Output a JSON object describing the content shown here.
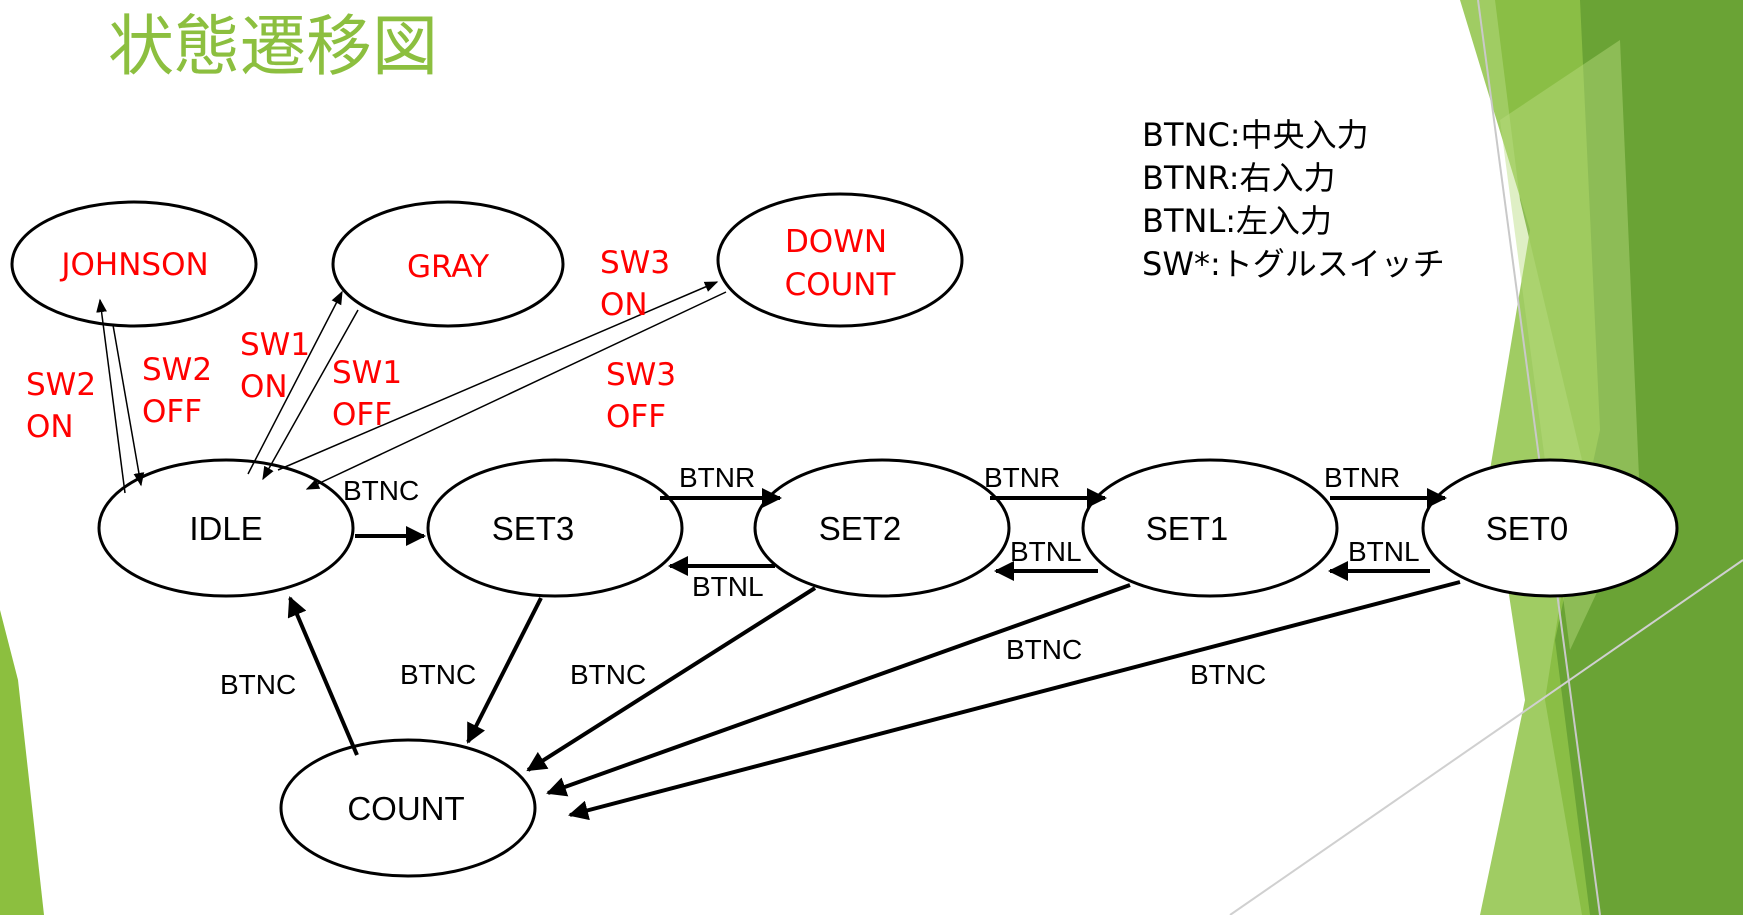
{
  "slide": {
    "title": "状態遷移図",
    "accent_color": "#8cbf3f",
    "legend": [
      "BTNC:中央入力",
      "BTNR:右入力",
      "BTNL:左入力",
      "SW*:トグルスイッチ"
    ]
  },
  "diagram": {
    "states": {
      "johnson": "JOHNSON",
      "gray": "GRAY",
      "down_count_1": "DOWN",
      "down_count_2": "COUNT",
      "idle": "IDLE",
      "set3": "SET3",
      "set2": "SET2",
      "set1": "SET1",
      "set0": "SET0",
      "count": "COUNT"
    },
    "mode_state_color": "#ff0000",
    "edge_labels": {
      "idle_set3": "BTNC",
      "set3_set2": "BTNR",
      "set2_set3": "BTNL",
      "set2_set1": "BTNR",
      "set1_set2": "BTNL",
      "set1_set0": "BTNR",
      "set0_set1": "BTNL",
      "count_idle": "BTNC",
      "set3_count": "BTNC",
      "set2_count": "BTNC",
      "set1_count": "BTNC",
      "set0_count": "BTNC"
    },
    "switch_labels": {
      "sw2_on_1": "SW2",
      "sw2_on_2": "ON",
      "sw2_off_1": "SW2",
      "sw2_off_2": "OFF",
      "sw1_on_1": "SW1",
      "sw1_on_2": "ON",
      "sw1_off_1": "SW1",
      "sw1_off_2": "OFF",
      "sw3_on_1": "SW3",
      "sw3_on_2": "ON",
      "sw3_off_1": "SW3",
      "sw3_off_2": "OFF"
    }
  }
}
